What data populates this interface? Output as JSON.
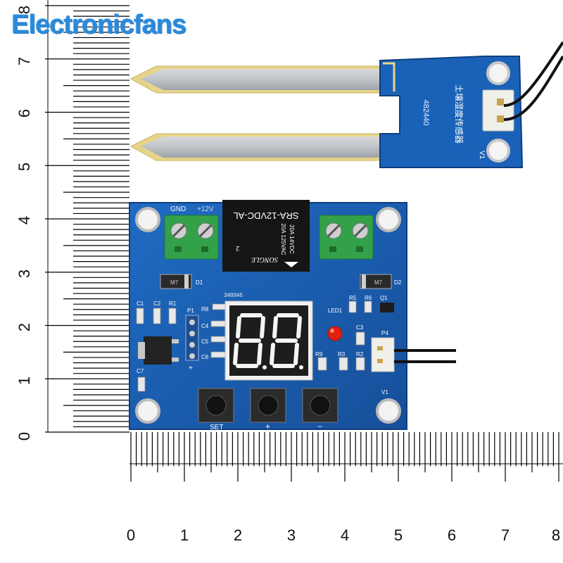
{
  "brand": {
    "watermark": "Electronicfans"
  },
  "rulers": {
    "vertical_labels": [
      "0",
      "1",
      "2",
      "3",
      "4",
      "5",
      "6",
      "7",
      "8"
    ],
    "horizontal_labels": [
      "0",
      "1",
      "2",
      "3",
      "4",
      "5",
      "6",
      "7",
      "8"
    ]
  },
  "sensor_probe": {
    "code": "482440",
    "chinese_label": "土壤湿度传感器",
    "version": "V1"
  },
  "relay": {
    "model": "SRA-12VDC-AL",
    "rating_1": "20A 14VDC",
    "rating_2": "20A 125VAC",
    "brand": "SONGLE",
    "pin_mark": "2"
  },
  "board": {
    "serial": "348946",
    "version": "V1",
    "terminal_labels": {
      "gnd": "GND",
      "plus12v": "+12V"
    },
    "components": [
      {
        "id": "d1",
        "label": "D1"
      },
      {
        "id": "d2",
        "label": "D2"
      },
      {
        "id": "c1",
        "label": "C1"
      },
      {
        "id": "c2",
        "label": "C2"
      },
      {
        "id": "r1",
        "label": "R1"
      },
      {
        "id": "r8",
        "label": "R8"
      },
      {
        "id": "c4",
        "label": "C4"
      },
      {
        "id": "c5",
        "label": "C5"
      },
      {
        "id": "c6",
        "label": "C6"
      },
      {
        "id": "c7",
        "label": "C7"
      },
      {
        "id": "p1",
        "label": "P1"
      },
      {
        "id": "p4",
        "label": "P4"
      },
      {
        "id": "r5",
        "label": "R5"
      },
      {
        "id": "r6",
        "label": "R6"
      },
      {
        "id": "q1",
        "label": "Q1"
      },
      {
        "id": "led1",
        "label": "LED1"
      },
      {
        "id": "c3",
        "label": "C3"
      },
      {
        "id": "r9",
        "label": "R9"
      },
      {
        "id": "r3",
        "label": "R3"
      },
      {
        "id": "r2",
        "label": "R2"
      }
    ],
    "diode_mark": "M7",
    "header_plus": "+",
    "buttons": [
      {
        "id": "set",
        "label": "SET"
      },
      {
        "id": "plus",
        "label": "+"
      },
      {
        "id": "minus",
        "label": "−"
      }
    ]
  },
  "colors": {
    "pcb_blue": "#1a5fb4",
    "pcb_dark": "#0f3f86",
    "probe_gold": "#e9dc9a",
    "terminal_green": "#33a14a",
    "relay_black": "#151515",
    "led_red": "#e02010"
  }
}
